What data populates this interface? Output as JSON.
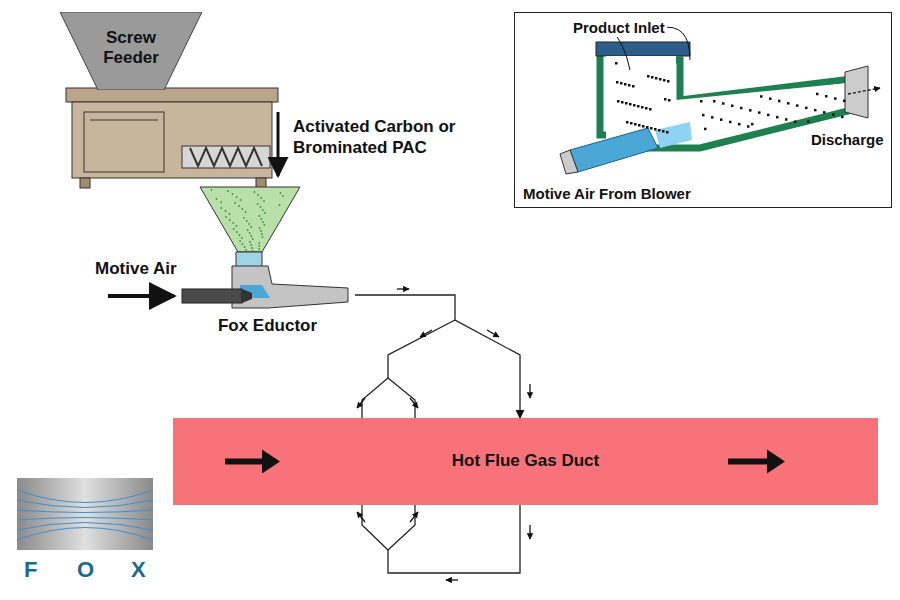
{
  "diagram": {
    "nodes": [
      {
        "text": [
          "Screw Feeder"
        ]
      },
      {
        "text": [
          "Fox Eductor"
        ]
      },
      {
        "text": [
          "Hot Flue Gas Duct"
        ]
      },
      {
        "text": [
          "Product Inlet",
          "Discharge",
          "Motive Air From Blower"
        ]
      }
    ],
    "edges": [
      {
        "from": 1,
        "to": 2,
        "arrow": "to"
      }
    ],
    "labels": [
      "Activated Carbon or Brominated PAC",
      "Motive Air",
      "F",
      "O",
      "X"
    ]
  }
}
